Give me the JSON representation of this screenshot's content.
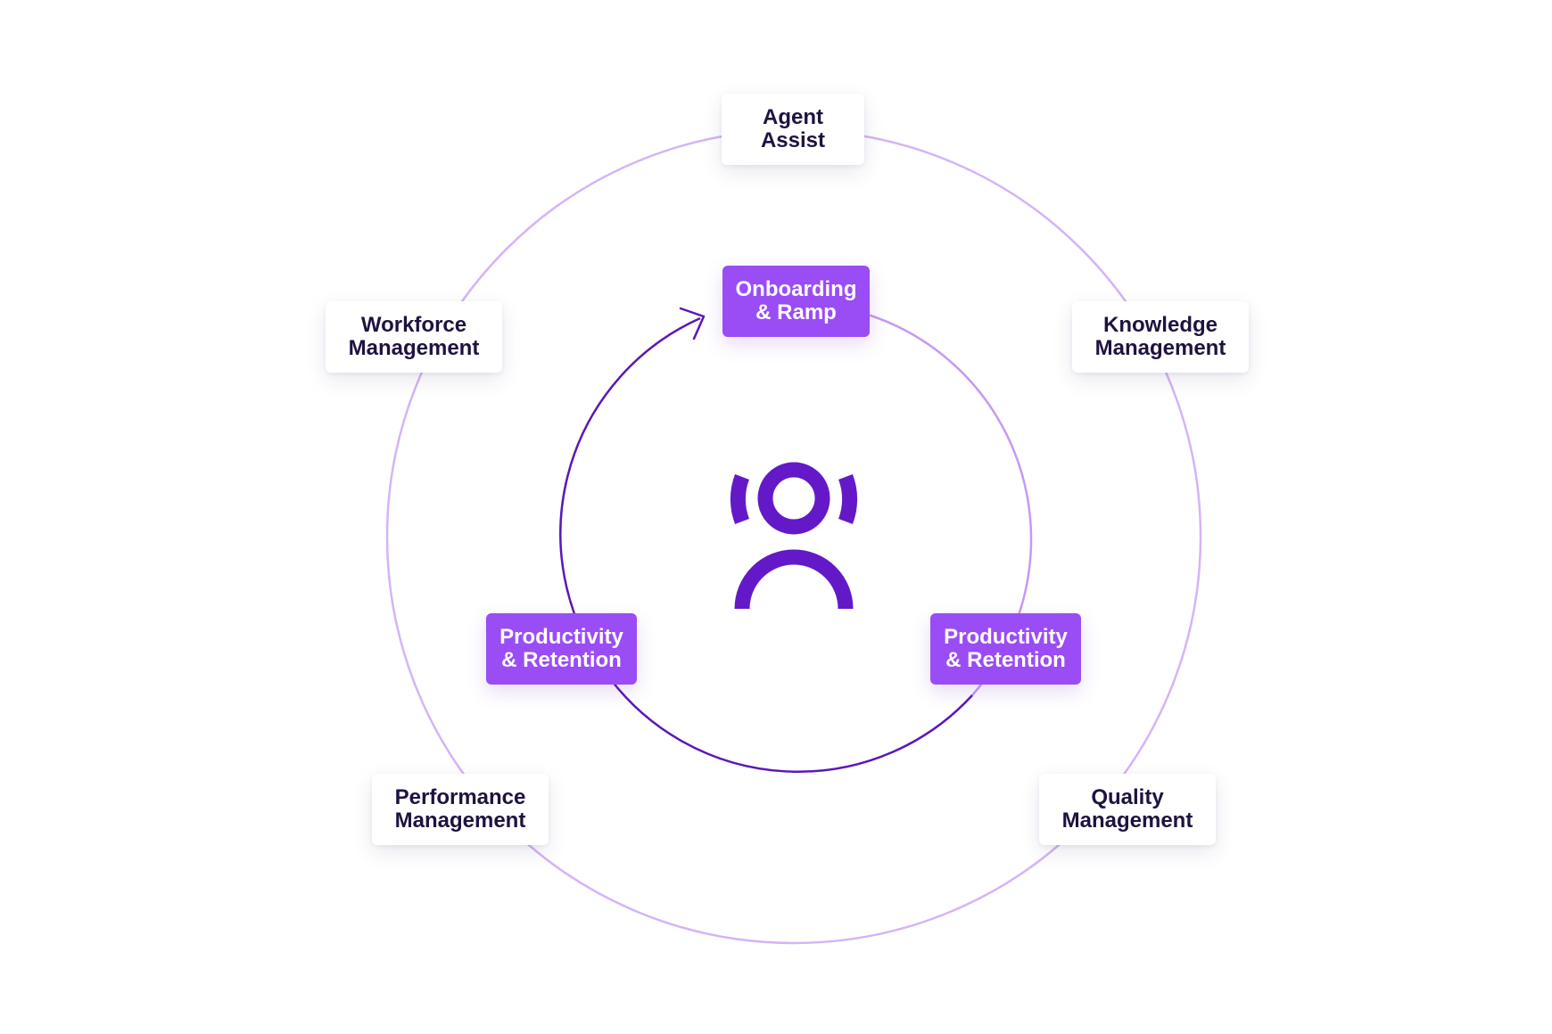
{
  "colors": {
    "outer_ring": "#d4b4f7",
    "inner_ring_light": "#c49af2",
    "inner_ring_dark": "#5a17b8",
    "accent": "#9a4cf5",
    "icon": "#6419c8",
    "text_dark": "#1f1240"
  },
  "center_icon": "person-with-signal-icon",
  "outer_nodes": [
    {
      "id": "agent-assist",
      "label": "Agent\nAssist"
    },
    {
      "id": "knowledge-management",
      "label": "Knowledge\nManagement"
    },
    {
      "id": "quality-management",
      "label": "Quality\nManagement"
    },
    {
      "id": "performance-management",
      "label": "Performance\nManagement"
    },
    {
      "id": "workforce-management",
      "label": "Workforce\nManagement"
    }
  ],
  "inner_nodes": [
    {
      "id": "onboarding-ramp",
      "label": "Onboarding\n& Ramp"
    },
    {
      "id": "productivity-retention-right",
      "label": "Productivity\n& Retention"
    },
    {
      "id": "productivity-retention-left",
      "label": "Productivity\n& Retention"
    }
  ]
}
